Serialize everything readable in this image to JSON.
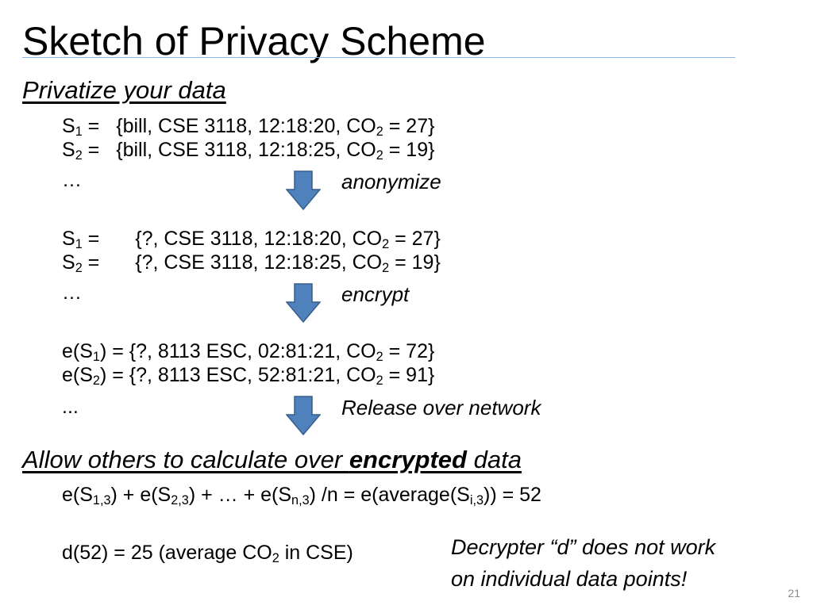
{
  "slide": {
    "title": "Sketch of Privacy Scheme",
    "section1_heading": "Privatize your data",
    "raw": {
      "s1_label": "S",
      "s1_sub": "1",
      "s1_eq": " = ",
      "s1_val_a": "{bill, CSE 3118, 12:18:20, CO",
      "co2_sub": "2",
      "s1_val_b": " = 27}",
      "s2_label": "S",
      "s2_sub": "2",
      "s2_eq": " = ",
      "s2_val_a": "{bill, CSE 3118, 12:18:25, CO",
      "s2_val_b": " = 19}",
      "ellipsis": "…"
    },
    "step1_label": "anonymize",
    "anon": {
      "s1_val_a": "{?, CSE 3118, 12:18:20, CO",
      "s1_val_b": " = 27}",
      "s2_val_a": "{?, CSE 3118, 12:18:25, CO",
      "s2_val_b": " = 19}",
      "ellipsis": "…"
    },
    "step2_label": "encrypt",
    "enc": {
      "e_open": "e(S",
      "e_close_1": ") = {?, 8113 ESC, 02:81:21, CO",
      "e1_tail": " = 72}",
      "e_close_2": ") = {?, 8113 ESC, 52:81:21, CO",
      "e2_tail": " = 91}",
      "ellipsis": "..."
    },
    "step3_label": "Release over network",
    "section2_heading_a": "Allow others to calculate over ",
    "section2_heading_bold": "encrypted",
    "section2_heading_b": " data",
    "formula": {
      "p1": "e(S",
      "sub1": "1,3",
      "p2": ") + e(S",
      "sub2": "2,3",
      "p3": ")  + … + e(S",
      "sub3": "n,3",
      "p4": ") /n = e(average(S",
      "sub4": "i,3",
      "p5": ")) = 52"
    },
    "decrypt": {
      "a": "d(52) = 25 (average CO",
      "sub": "2",
      "b": " in CSE)"
    },
    "note_line1": "Decrypter “d” does not work",
    "note_line2": "on individual data points!",
    "page_number": "21",
    "arrow_color": "#4f81bd",
    "arrow_border": "#385d8a"
  }
}
